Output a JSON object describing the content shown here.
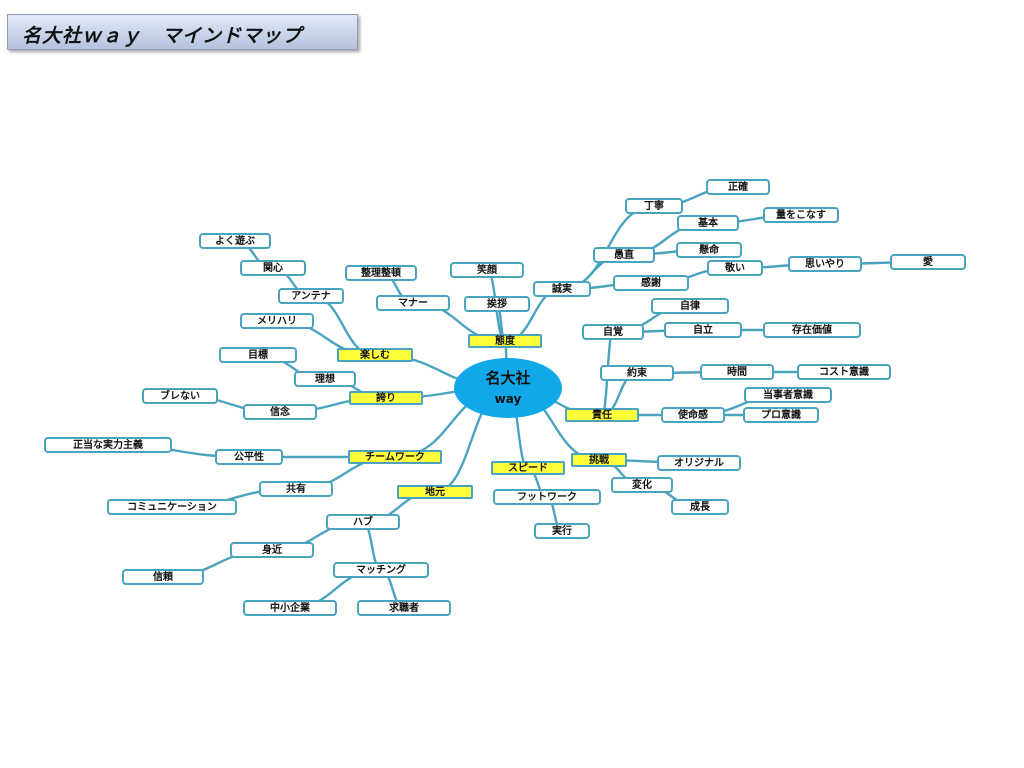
{
  "title": "名大社ｗａｙ　マインドマップ",
  "center": {
    "line1": "名大社",
    "line2": "way"
  },
  "colors": {
    "line": "#4aa3bf",
    "main_fill": "#ffff3a",
    "center_fill": "#10a8e8"
  },
  "nodes": {
    "taido": "態度",
    "tanoshimu": "楽しむ",
    "hokori": "誇り",
    "team": "チームワーク",
    "jimoto": "地元",
    "speed": "スピード",
    "chousen": "挑戦",
    "sekinin": "責任",
    "egao": "笑顔",
    "aisatsu": "挨拶",
    "seijitsu": "誠実",
    "teinei": "丁寧",
    "seikaku": "正確",
    "kihon": "基本",
    "ryou": "量をこなす",
    "guchoku": "愚直",
    "kenmei": "懸命",
    "kansha": "感謝",
    "uyamai": "敬い",
    "omoiyari": "思いやり",
    "ai": "愛",
    "seiri": "整理整頓",
    "manner": "マナー",
    "yokuasobu": "よく遊ぶ",
    "kanshin": "関心",
    "antenna": "アンテナ",
    "merihari": "メリハリ",
    "mokuhyou": "目標",
    "risou": "理想",
    "burenai": "ブレない",
    "shinnen": "信念",
    "seitou": "正当な実力主義",
    "kouhei": "公平性",
    "kyouyuu": "共有",
    "comm": "コミュニケーション",
    "hub": "ハブ",
    "mijika": "身近",
    "shinrai": "信頼",
    "matching": "マッチング",
    "chuusho": "中小企業",
    "kyuushoku": "求職者",
    "footwork": "フットワーク",
    "jikkou": "実行",
    "original": "オリジナル",
    "henka": "変化",
    "seichou": "成長",
    "jikaku": "自覚",
    "jiritsu1": "自律",
    "jiritsu2": "自立",
    "sonzai": "存在価値",
    "yakusoku": "約束",
    "jikan": "時間",
    "cost": "コスト意識",
    "shimei": "使命感",
    "toujisha": "当事者意識",
    "pro": "プロ意識"
  }
}
